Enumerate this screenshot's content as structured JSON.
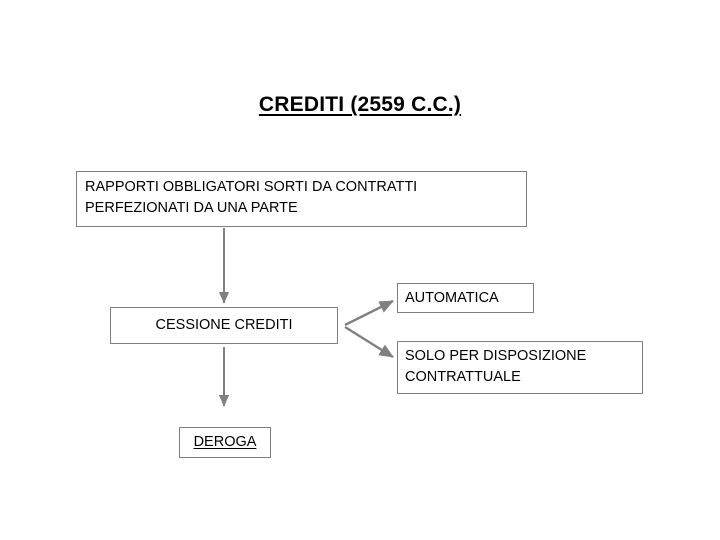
{
  "slide": {
    "title": "CREDITI (2559 C.C.)",
    "background_color": "#FFFFFF",
    "text_color": "#000000",
    "border_color": "#808080",
    "connector_color": "#808080"
  },
  "nodes": {
    "rapporti": "RAPPORTI OBBLIGATORI SORTI DA CONTRATTI\nPERFEZIONATI DA UNA PARTE",
    "cessione": "CESSIONE CREDITI",
    "automatica": "AUTOMATICA",
    "solo_per_disposizione": "SOLO PER DISPOSIZIONE\nCONTRATTUALE",
    "deroga": "DEROGA"
  },
  "connectors": [
    {
      "name": "rapporti-to-cessione",
      "from": "rapporti",
      "to": "cessione",
      "style": "straight-down-arrow"
    },
    {
      "name": "cessione-to-automatica",
      "from": "cessione",
      "to": "automatica",
      "style": "diagonal-up-right-arrow"
    },
    {
      "name": "cessione-to-solo-per-disposizione",
      "from": "cessione",
      "to": "solo_per_disposizione",
      "style": "diagonal-down-right-arrow"
    },
    {
      "name": "cessione-to-deroga",
      "from": "cessione",
      "to": "deroga",
      "style": "straight-down-arrow"
    }
  ]
}
